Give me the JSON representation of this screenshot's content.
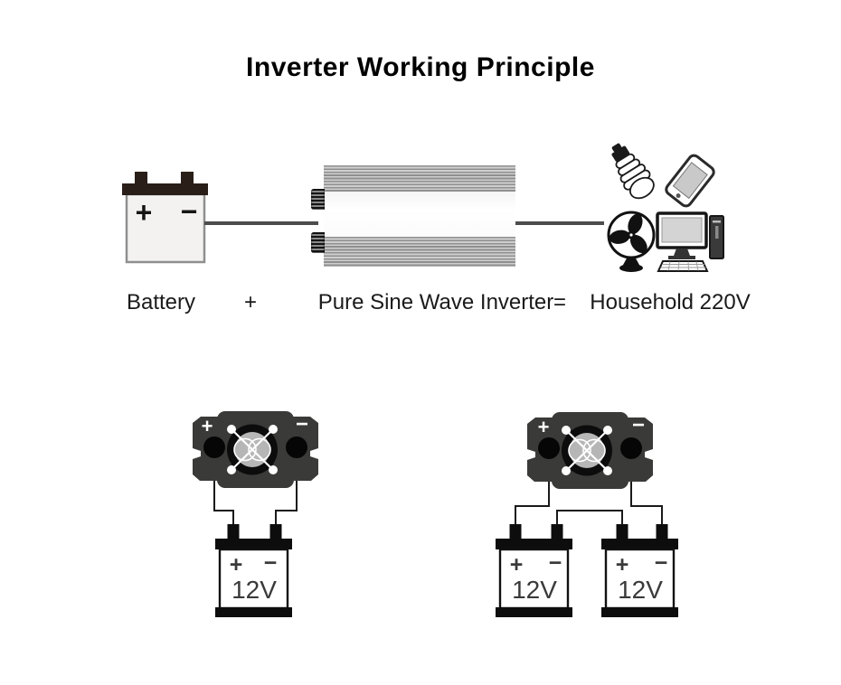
{
  "title": "Inverter Working Principle",
  "equation": {
    "battery": "Battery",
    "plus": "+",
    "inverter": "Pure Sine Wave Inverter",
    "equals": "=",
    "household": "Household 220V"
  },
  "top_battery": {
    "plus": "+",
    "minus": "−"
  },
  "icons": {
    "appliances": [
      "bulb-icon",
      "phone-icon",
      "fan-icon",
      "computer-icon"
    ]
  },
  "single_setup": {
    "inverter": {
      "plus": "+",
      "minus": "−"
    },
    "battery1": {
      "plus": "+",
      "minus": "−",
      "voltage": "12V"
    }
  },
  "dual_setup": {
    "inverter": {
      "plus": "+",
      "minus": "−"
    },
    "battery1": {
      "plus": "+",
      "minus": "−",
      "voltage": "12V"
    },
    "battery2": {
      "plus": "+",
      "minus": "−",
      "voltage": "12V"
    }
  },
  "colors": {
    "wire": "#4d4d4d",
    "inverter_body": "#3a3a38",
    "battery_cap": "#2a1e18",
    "text": "#1a1a1a"
  }
}
